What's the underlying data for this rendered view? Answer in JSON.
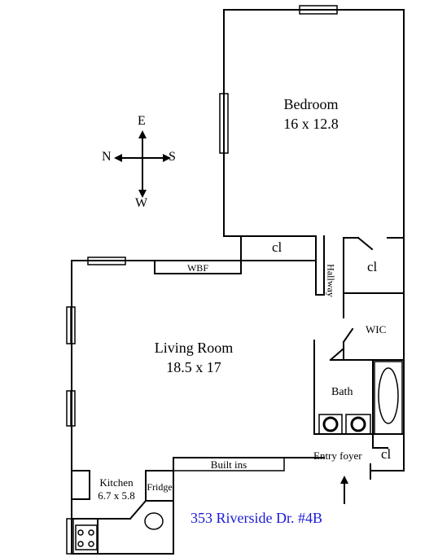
{
  "rooms": {
    "bedroom": {
      "name": "Bedroom",
      "dims": "16 x 12.8"
    },
    "living_room": {
      "name": "Living Room",
      "dims": "18.5 x 17"
    },
    "kitchen": {
      "name": "Kitchen",
      "dims": "6.7 x 5.8"
    },
    "bath": {
      "name": "Bath"
    },
    "wic": {
      "name": "WIC"
    },
    "entry": {
      "name": "Entry foyer"
    },
    "hallway": {
      "name": "Hallway"
    }
  },
  "closets": {
    "bedroom_closet": "cl",
    "hall_closet": "cl",
    "entry_closet": "cl"
  },
  "fixtures": {
    "fireplace": "WBF",
    "built_ins": "Built ins",
    "fridge": "Fridge"
  },
  "compass": {
    "north": "N",
    "south": "S",
    "east": "E",
    "west": "W"
  },
  "address": "353 Riverside Dr. #4B",
  "colors": {
    "walls": "#000000",
    "address": "#1a1ad6",
    "background": "#ffffff"
  }
}
